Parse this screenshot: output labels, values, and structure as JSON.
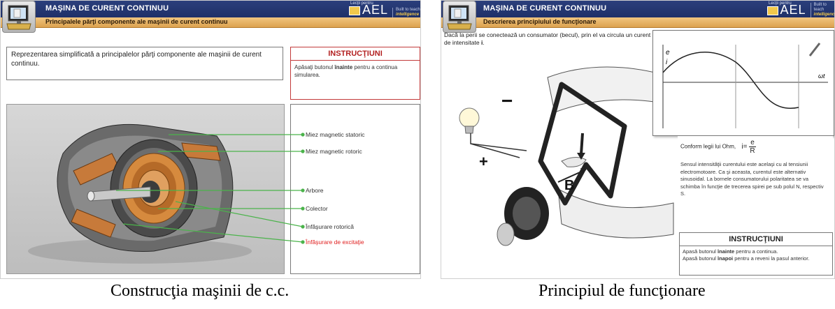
{
  "left_screen": {
    "header_title": "MAŞINA DE CURENT CONTINUU",
    "sub_title": "Principalele părţi componente ale maşinii de curent continuu",
    "ael_small": "Lecţii pentru",
    "ael_logo": "AEL",
    "ael_tag_line1": "Built to teach",
    "ael_tag_line2": "intelligence",
    "intro_text": "Reprezentarea simplificată a principalelor părţi componente ale maşinii de curent continuu.",
    "instructions_title": "INSTRUCŢIUNI",
    "instructions_pre": "Apăsaţi butonul ",
    "instructions_bold": "înainte",
    "instructions_post": " pentru a continua simularea.",
    "labels": [
      {
        "text": "Miez magnetic statoric"
      },
      {
        "text": "Miez magnetic rotoric"
      },
      {
        "text": "Arbore"
      },
      {
        "text": "Colector"
      },
      {
        "text": "Înfăşurare rotorică"
      },
      {
        "text": "Înfăşurare de excitaţie",
        "color": "#e02020"
      }
    ]
  },
  "right_screen": {
    "header_title": "MAŞINA DE CURENT CONTINUU",
    "sub_title": "Descrierea principiului de funcţionare",
    "ael_small": "Lecţii pentru",
    "ael_logo": "AEL",
    "ael_tag_line1": "Built to teach",
    "ael_tag_line2": "intelligence",
    "intro_text_pre": "Dacă la perii se conectează un consumator (becul), prin el va circula un curent de intensitate ",
    "intro_text_bold": "i",
    "graph_axis_y_top": "e",
    "graph_axis_y_bottom": "i",
    "graph_axis_x": "ωt",
    "ohm_text": "Conform legii lui Ohm,",
    "ohm_formula_lhs": "i=",
    "ohm_numerator": "e",
    "ohm_denominator": "R",
    "explanation_text": "Sensul intensităţii curentului este acelaşi cu al tensiunii electromotoare. Ca şi aceasta, curentul este alternativ sinusoidal. La bornele consumatorului polaritatea se va schimba în funcţie de trecerea spirei pe sub polul N, respectiv S.",
    "instructions_title": "INSTRUCŢIUNI",
    "instr1_pre": "Apasă butonul ",
    "instr1_bold": "înainte",
    "instr1_post": " pentru a continua.",
    "instr2_pre": "Apasă butonul ",
    "instr2_bold": "înapoi",
    "instr2_post": " pentru a reveni la pasul anterior.",
    "minus_sign": "−",
    "plus_sign": "+",
    "field_label": "B"
  },
  "captions": {
    "left": "Construcţia maşinii de c.c.",
    "right": "Principiul de funcţionare"
  }
}
